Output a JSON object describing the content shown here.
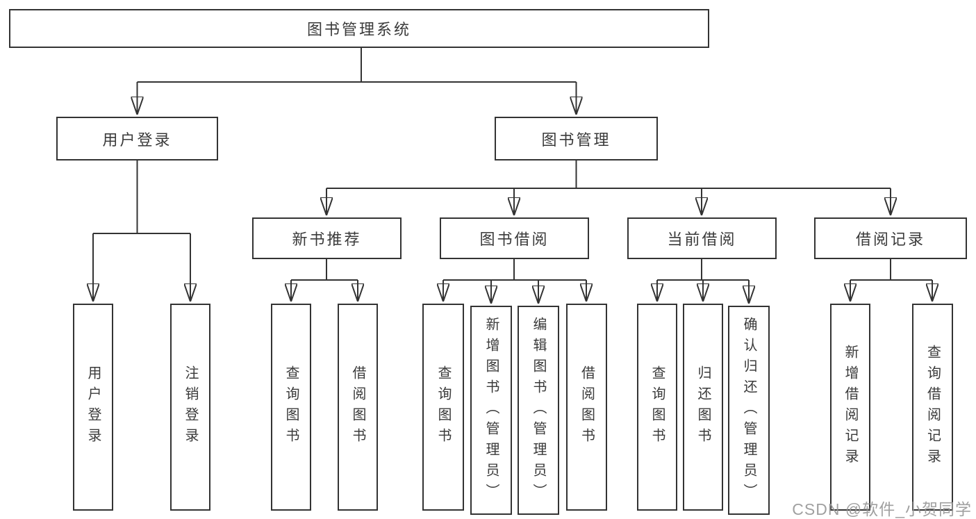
{
  "tree": {
    "root": "图书管理系统",
    "branches": [
      {
        "label": "用户登录",
        "children": [
          "用户登录",
          "注销登录"
        ]
      },
      {
        "label": "图书管理",
        "groups": [
          {
            "label": "新书推荐",
            "children": [
              "查询图书",
              "借阅图书"
            ]
          },
          {
            "label": "图书借阅",
            "children": [
              "查询图书",
              "新增图书（管理员）",
              "编辑图书（管理员）",
              "借阅图书"
            ]
          },
          {
            "label": "当前借阅",
            "children": [
              "查询图书",
              "归还图书",
              "确认归还（管理员）"
            ]
          },
          {
            "label": "借阅记录",
            "children": [
              "新增借阅记录",
              "查询借阅记录"
            ]
          }
        ]
      }
    ]
  },
  "watermark": "CSDN @软件_小贺同学",
  "colors": {
    "line": "#333333",
    "text": "#3a3a3a",
    "watermark": "#969696",
    "background": "#ffffff"
  }
}
